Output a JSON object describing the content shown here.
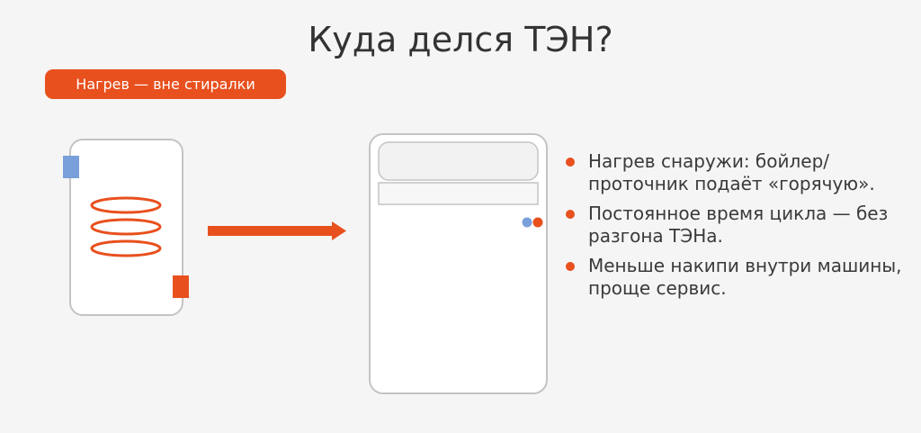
{
  "title": "Куда делся ТЭН?",
  "badge": {
    "label": "Нагрев — вне стиралки",
    "color": "#e8501e"
  },
  "diagram": {
    "boiler": {
      "inlet_color": "#7aa0dc",
      "outlet_color": "#e8501e",
      "coil_color": "#e8501e",
      "coil_turns": 3
    },
    "arrow_color": "#e8501e",
    "washer": {
      "indicator_colors": [
        "#7aa0dc",
        "#e8501e"
      ]
    }
  },
  "bullets": [
    "Нагрев снаружи: бойлер/проточник подаёт «горячую».",
    "Постоянное время цикла — без разгона ТЭНа.",
    "Меньше накипи внутри машины, проще сервис."
  ]
}
